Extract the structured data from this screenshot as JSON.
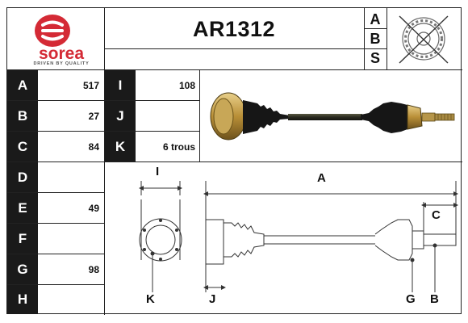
{
  "header": {
    "brand": "sorea",
    "tagline": "DRIVEN BY QUALITY",
    "part_number": "AR1312",
    "abs_letters": [
      "A",
      "B",
      "S"
    ],
    "abs_icon": "abs-ring-crossed-icon"
  },
  "specs": [
    {
      "label": "A",
      "value": "517"
    },
    {
      "label": "B",
      "value": "27"
    },
    {
      "label": "C",
      "value": "84"
    },
    {
      "label": "D",
      "value": ""
    },
    {
      "label": "E",
      "value": "49"
    },
    {
      "label": "F",
      "value": ""
    },
    {
      "label": "G",
      "value": "98"
    },
    {
      "label": "H",
      "value": ""
    }
  ],
  "specs2": [
    {
      "label": "I",
      "value": "108"
    },
    {
      "label": "J",
      "value": ""
    },
    {
      "label": "K",
      "value": "6 trous"
    }
  ],
  "diagram": {
    "labels": {
      "A": "A",
      "B": "B",
      "C": "C",
      "G": "G",
      "I": "I",
      "J": "J",
      "K": "K"
    }
  },
  "colors": {
    "logo_red": "#d42a35",
    "label_bg": "#1a1a1a",
    "boot_black": "#161616",
    "gold": "#c9a24a"
  }
}
